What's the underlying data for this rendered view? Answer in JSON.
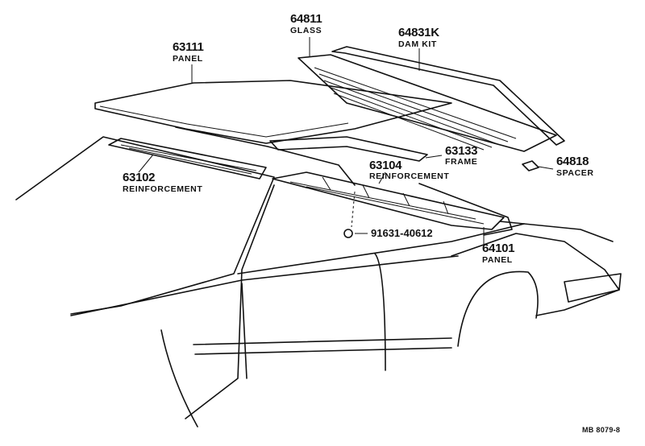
{
  "parts": [
    {
      "id": "glass",
      "number": "64811",
      "name": "GLASS"
    },
    {
      "id": "dam-kit",
      "number": "64831K",
      "name": "DAM KIT"
    },
    {
      "id": "roof-panel",
      "number": "63111",
      "name": "PANEL"
    },
    {
      "id": "frame",
      "number": "63133",
      "name": "FRAME"
    },
    {
      "id": "spacer",
      "number": "64818",
      "name": "SPACER"
    },
    {
      "id": "reinforcement-front",
      "number": "63102",
      "name": "REINFORCEMENT"
    },
    {
      "id": "reinforcement-rear",
      "number": "63104",
      "name": "REINFORCEMENT"
    },
    {
      "id": "screw",
      "number": "91631-40612",
      "name": ""
    },
    {
      "id": "back-panel",
      "number": "64101",
      "name": "PANEL"
    }
  ],
  "reference_code": "MB 8079-8"
}
